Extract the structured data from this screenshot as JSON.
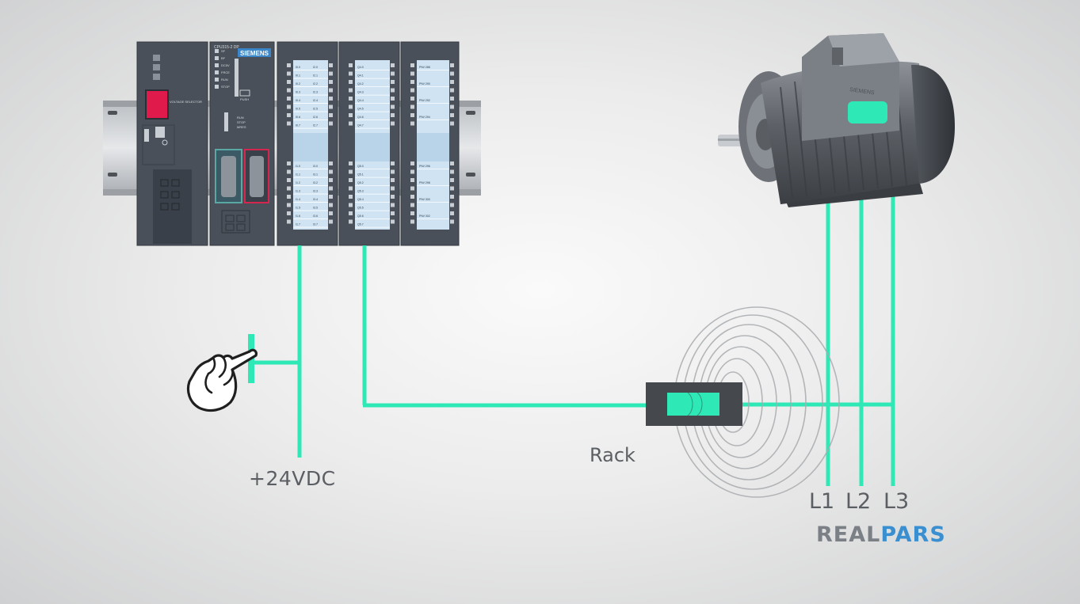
{
  "plc": {
    "brand": "SIEMENS",
    "cpu_model": "CPU315-2 DP",
    "psu_label": "VOLTAGE SELECTOR",
    "cpu_leds": [
      "SF",
      "BF",
      "DC5V",
      "FRCE",
      "RUN",
      "STOP"
    ],
    "cpu_switch": [
      "RUN",
      "STOP",
      "MRES"
    ],
    "cpu_push": "PUSH",
    "di_top": [
      "I0.0",
      "I0.1",
      "I0.2",
      "I0.3",
      "I0.4",
      "I0.5",
      "I0.6",
      "I0.7"
    ],
    "di_top2": [
      "I2.0",
      "I2.1",
      "I2.2",
      "I2.3",
      "I2.4",
      "I2.5",
      "I2.6",
      "I2.7"
    ],
    "di_bot": [
      "I1.0",
      "I1.1",
      "I1.2",
      "I1.3",
      "I1.4",
      "I1.5",
      "I1.6",
      "I1.7"
    ],
    "di_bot2": [
      "I3.0",
      "I3.1",
      "I3.2",
      "I3.3",
      "I3.4",
      "I3.5",
      "I3.6",
      "I3.7"
    ],
    "do_top": [
      "Q4.0",
      "Q4.1",
      "Q4.2",
      "Q4.3",
      "Q4.4",
      "Q4.5",
      "Q4.6",
      "Q4.7"
    ],
    "do_bot": [
      "Q5.0",
      "Q5.1",
      "Q5.2",
      "Q5.3",
      "Q5.4",
      "Q5.5",
      "Q5.6",
      "Q5.7"
    ],
    "ai_top": [
      "PIW 288",
      "PIW 290",
      "PIW 292",
      "PIW 294"
    ],
    "ai_bot": [
      "PIW 296",
      "PIW 298",
      "PIW 300",
      "PIW 302"
    ]
  },
  "motor": {
    "brand": "SIEMENS"
  },
  "labels": {
    "supply": "+24VDC",
    "rack": "Rack",
    "l1": "L1",
    "l2": "L2",
    "l3": "L3"
  },
  "logo": {
    "part1": "REAL",
    "part2": "PARS"
  },
  "colors": {
    "wire": "#2ee8b6",
    "module": "#4b525c",
    "module_dark": "#3a4049",
    "label_strip": "#cfe3f2",
    "text": "#5b5f63",
    "logo_gray": "#7b8087",
    "logo_blue": "#3a8fd0"
  },
  "icons": [
    "hand-pointer-icon",
    "pushbutton-icon",
    "contactor-icon"
  ]
}
